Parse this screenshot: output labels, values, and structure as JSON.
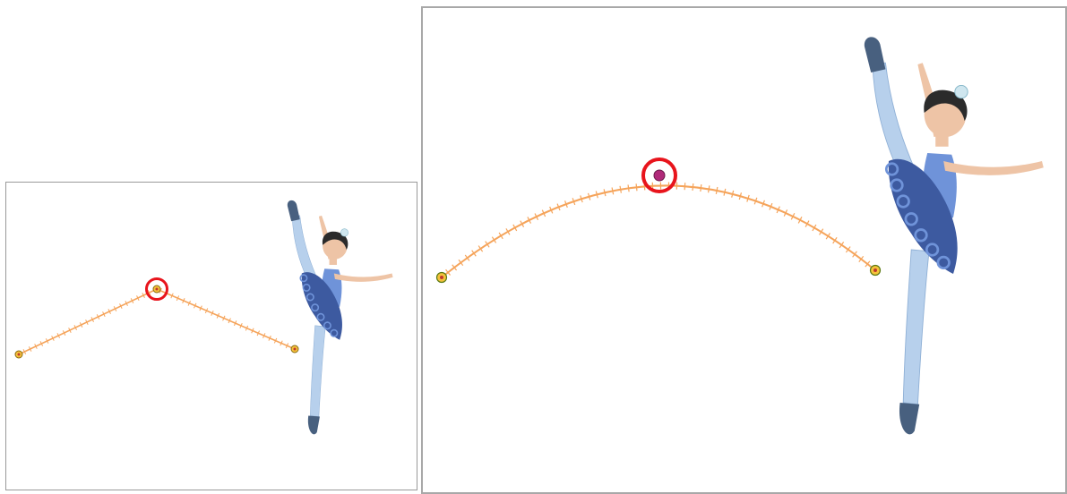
{
  "views": [
    {
      "id": "before",
      "path_type": "linear",
      "keyframes": [
        "start",
        "middle",
        "end"
      ],
      "selected_keyframe": "middle",
      "highlight_circle": true
    },
    {
      "id": "after",
      "path_type": "curved",
      "keyframes": [
        "start",
        "middle",
        "end"
      ],
      "selected_keyframe": "middle",
      "highlight_circle": true
    }
  ],
  "colors": {
    "path": "#f5a45b",
    "keyframe_fill": "#f4c23a",
    "keyframe_outline": "#8a6a12",
    "selected_keyframe": "#b02a7a",
    "highlight_ring": "#e8141c",
    "tutu_dark": "#3d5aa0",
    "tutu_light": "#6f93d9",
    "tights": "#b7d0ec",
    "shoes": "#48607f",
    "skin": "#eec4a6",
    "hair": "#2b2b2b"
  },
  "icons": [
    "keyframe-point-icon",
    "selection-circle-icon",
    "ballerina-character"
  ]
}
